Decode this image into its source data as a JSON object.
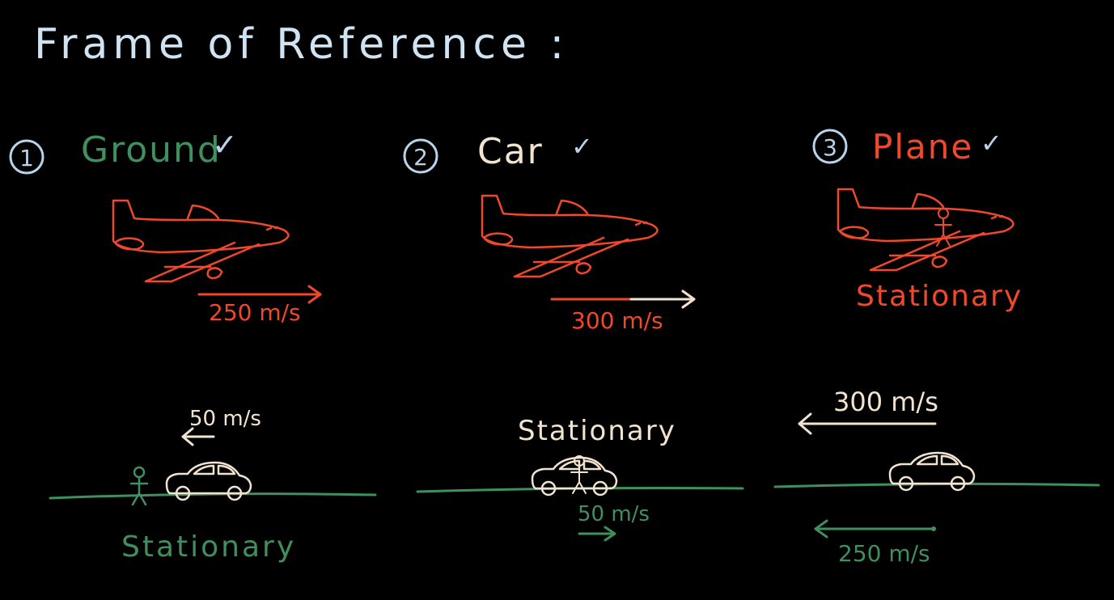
{
  "title": "Frame of Reference :",
  "colors": {
    "background": "#000000",
    "title": "#cfe3f2",
    "numbers": "#b9d4ea",
    "check": "#b9d4ea",
    "green": "#3f8f5f",
    "orange": "#f0482a",
    "cream": "#f2e3cf"
  },
  "frames": [
    {
      "number": "1",
      "label": "Ground",
      "check": "✓",
      "plane_speed": "250 m/s",
      "car_speed": "50 m/s",
      "ground_note": "Stationary"
    },
    {
      "number": "2",
      "label": "Car",
      "check": "✓",
      "plane_speed": "300 m/s",
      "car_note": "Stationary",
      "ground_speed": "50 m/s"
    },
    {
      "number": "3",
      "label": "Plane",
      "check": "✓",
      "plane_note": "Stationary",
      "car_speed": "300 m/s",
      "ground_speed": "250 m/s"
    }
  ]
}
